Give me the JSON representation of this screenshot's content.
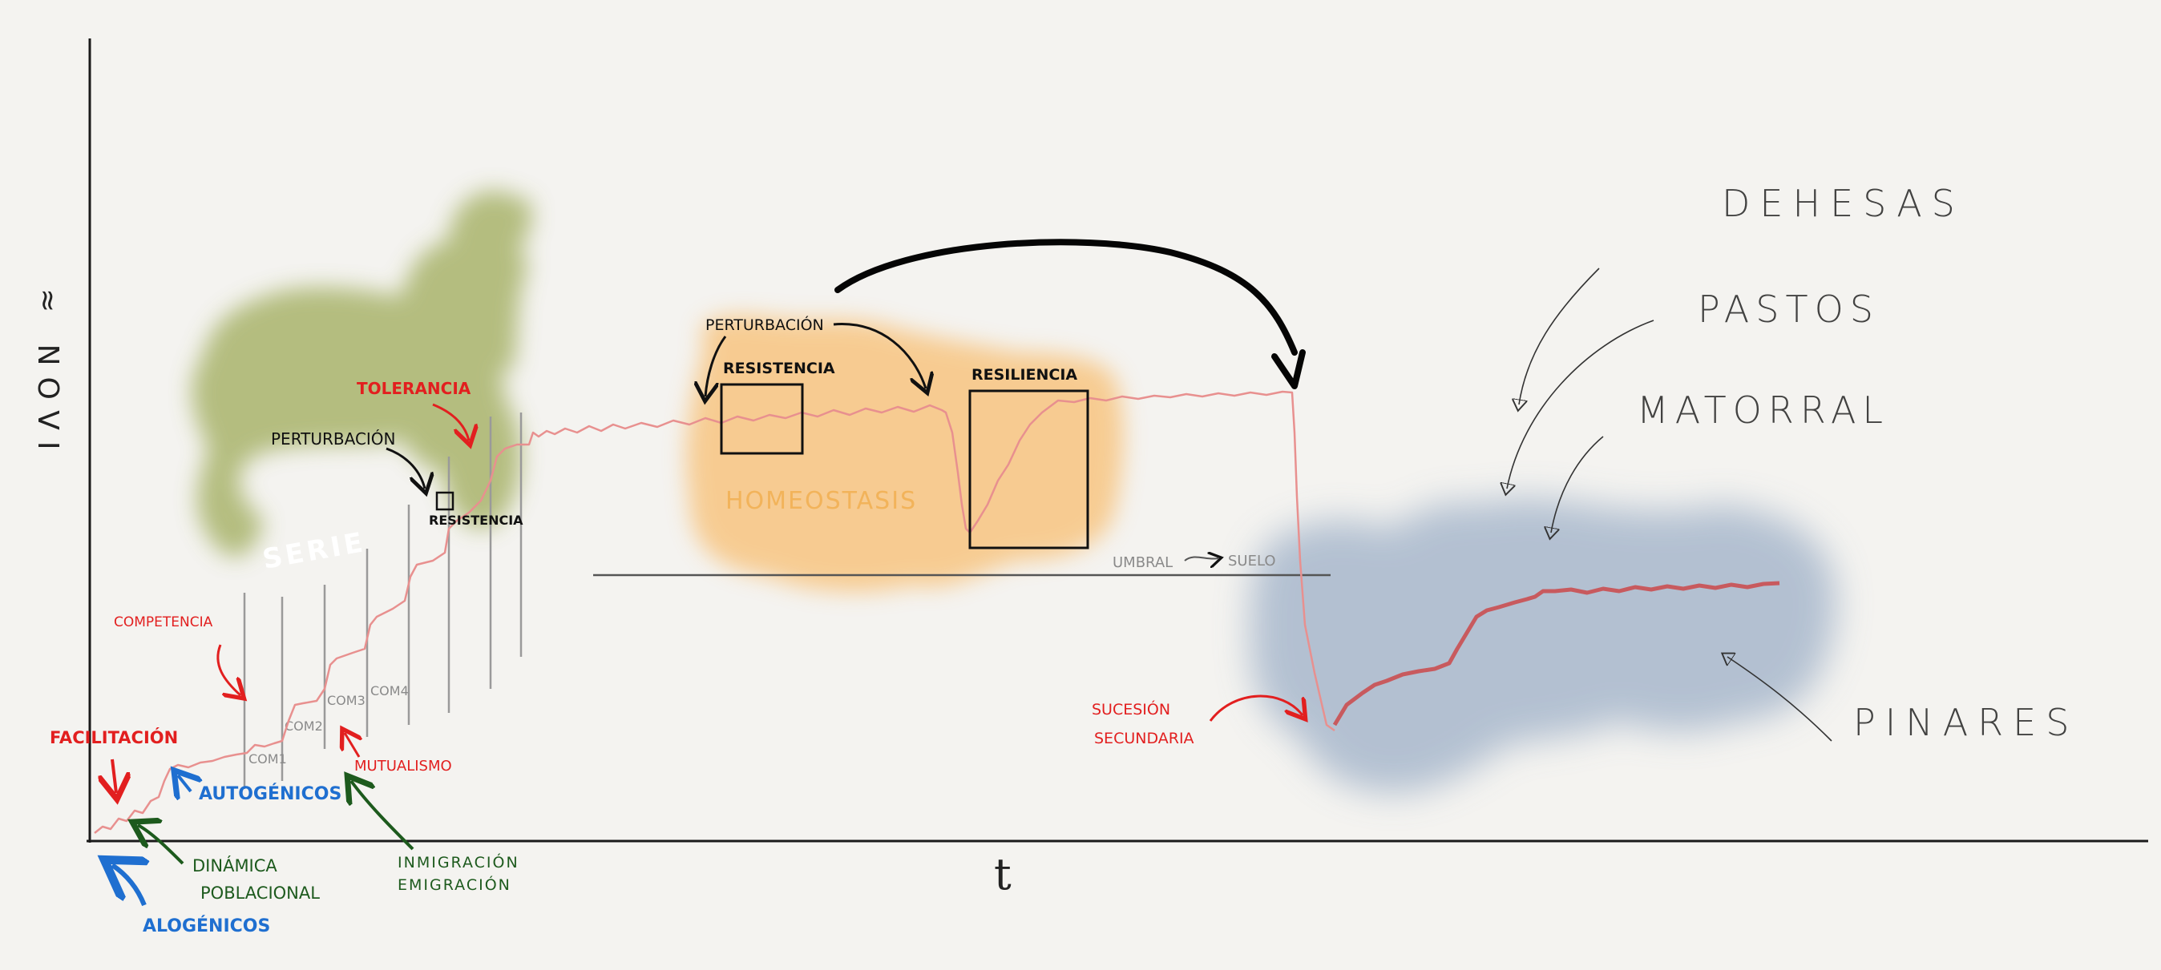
{
  "axes": {
    "y_label": "≈ NOVI",
    "x_label": "t"
  },
  "blobs": {
    "serie": "SERIE",
    "homeostasis": "HOMEOSTASIS"
  },
  "labels": {
    "tolerancia": "TOLERANCIA",
    "perturbacion_left": "PERTURBACIÓN",
    "resistencia_small": "RESISTENCIA",
    "competencia": "COMPETENCIA",
    "facilitacion": "FACILITACIÓN",
    "autogenicos": "AUTOGÉNICOS",
    "mutualismo": "MUTUALISMO",
    "dinamica_line1": "DINÁMICA",
    "dinamica_line2": "POBLACIONAL",
    "alogenicos": "ALOGÉNICOS",
    "inmigracion_line1": "INMIGRACIÓN",
    "inmigracion_line2": "EMIGRACIÓN",
    "perturbacion_mid": "PERTURBACIÓN",
    "resistencia_big": "RESISTENCIA",
    "resiliencia": "RESILIENCIA",
    "umbral": "UMBRAL",
    "suelo": "SUELO",
    "sucesion_line1": "SUCESIÓN",
    "sucesion_line2": "SECUNDARIA",
    "dehesas": "DEHESAS",
    "pastos": "PASTOS",
    "matorral": "MATORRAL",
    "pinares": "PINARES"
  },
  "communities": [
    "COM1",
    "COM2",
    "COM3",
    "COM4"
  ],
  "colors": {
    "background": "#f4f3f0",
    "curve": "#e8908f",
    "curve_strong": "#c85a5e",
    "serie_blob": "#a9b46c",
    "homeostasis_blob": "#f8c27a",
    "pinares_blob": "#a8b8cc",
    "red_label": "#e21f1f",
    "blue_label": "#1f6fd0",
    "green_label": "#1d5a1d"
  }
}
